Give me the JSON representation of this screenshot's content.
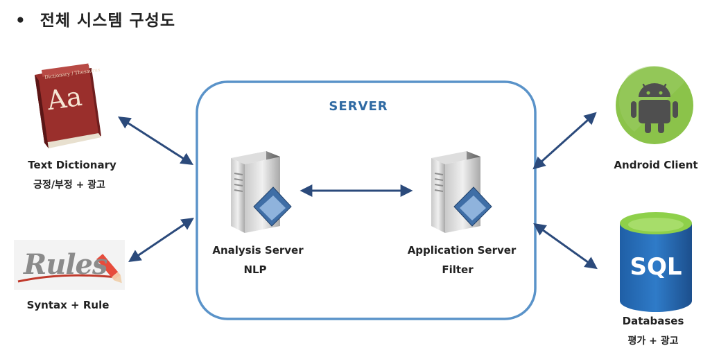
{
  "title": {
    "bullet": "•",
    "text": "전체 시스템 구성도"
  },
  "server_box": {
    "label": "SERVER"
  },
  "nodes": {
    "text_dictionary": {
      "icon": "dictionary-book-icon",
      "book_cover_title": "Dictionary / Thesaurus",
      "book_cover_letters": "Aa",
      "label": "Text Dictionary",
      "sub": "긍정/부정 + 광고"
    },
    "rules": {
      "icon": "rules-sign-icon",
      "sign_text": "Rules",
      "label": "Syntax + Rule"
    },
    "analysis_server": {
      "icon": "server-tower-icon",
      "label": "Analysis Server",
      "sub": "NLP"
    },
    "application_server": {
      "icon": "server-tower-icon",
      "label": "Application Server",
      "sub": "Filter"
    },
    "android_client": {
      "icon": "android-robot-icon",
      "label": "Android Client"
    },
    "databases": {
      "icon": "sql-database-icon",
      "badge": "SQL",
      "label": "Databases",
      "sub": "평가 + 광고"
    }
  },
  "colors": {
    "arrow": "#2b4a7b",
    "server_border": "#5a93c9",
    "server_title": "#2f6aa3",
    "book_cover": "#8e2a2a",
    "android_green": "#8bc34a",
    "sql_blue": "#2d6fb6",
    "sql_top": "#8ed04a"
  }
}
